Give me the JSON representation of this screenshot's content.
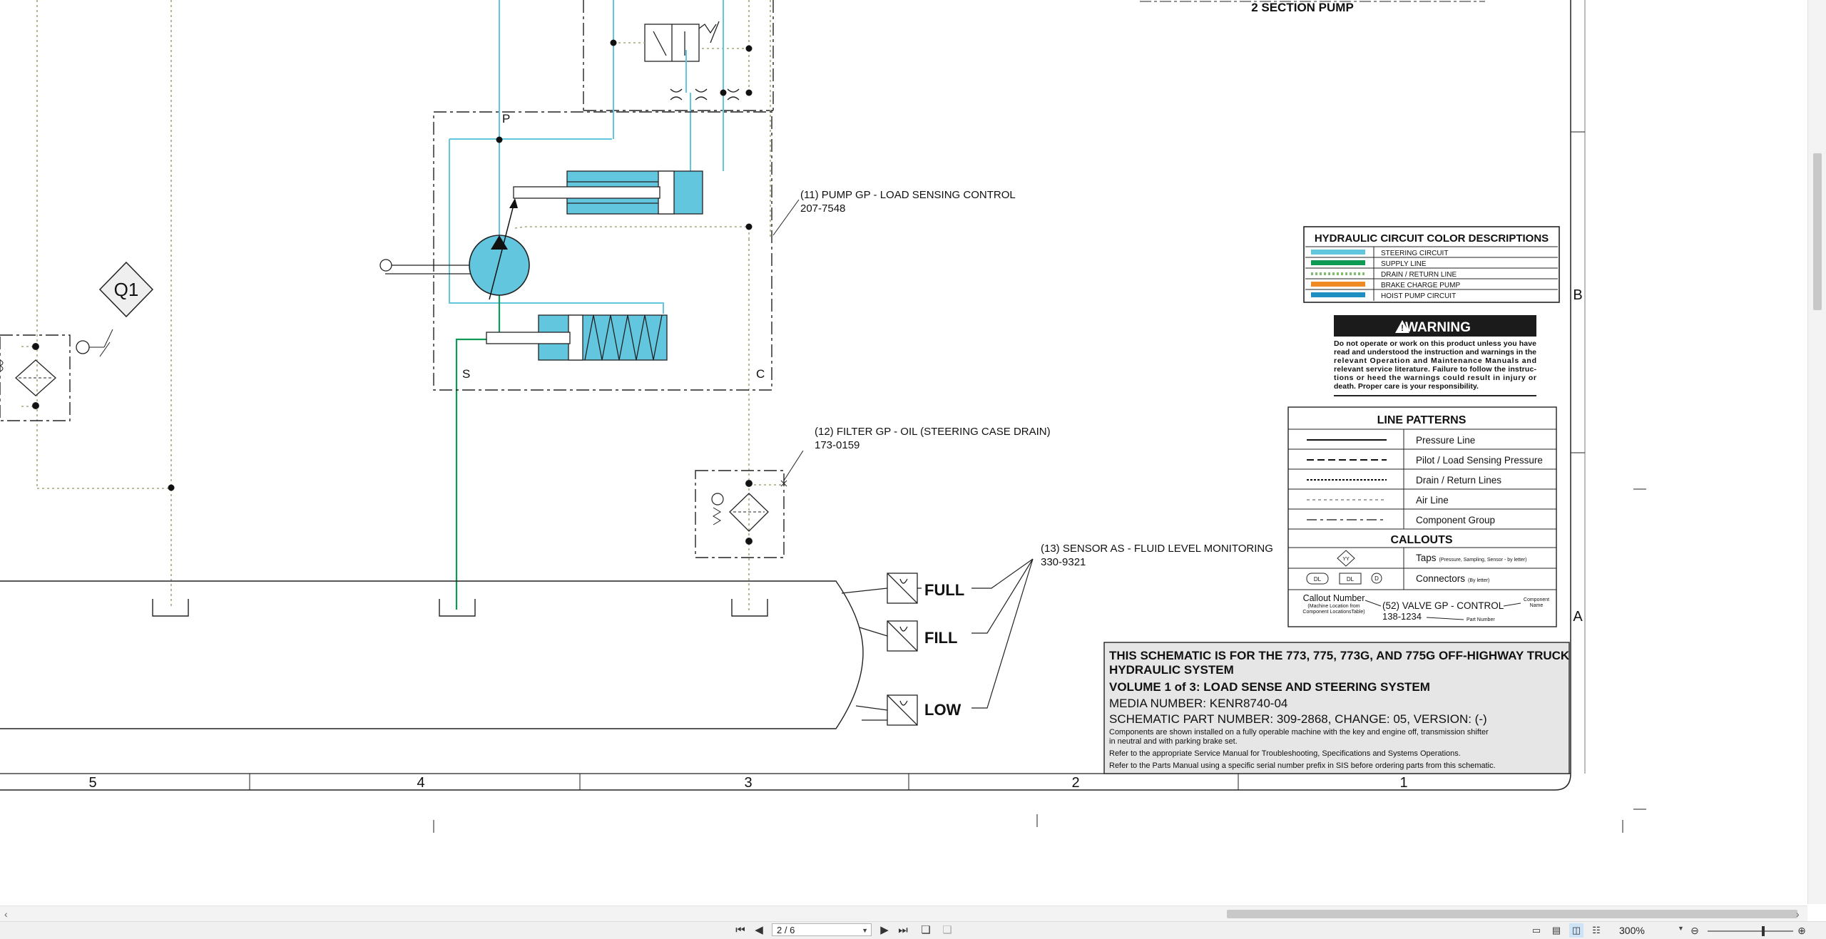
{
  "schematic": {
    "pump_title": "2 SECTION PUMP",
    "port_labels": {
      "p": "P",
      "s": "S",
      "c": "C"
    },
    "tap_label": "Q1",
    "callouts": [
      {
        "name": "(11) PUMP GP - LOAD SENSING CONTROL",
        "part": "207-7548"
      },
      {
        "name": "(12) FILTER GP - OIL (STEERING CASE DRAIN)",
        "part": "173-0159"
      },
      {
        "name": "(13) SENSOR AS - FLUID LEVEL MONITORING",
        "part": "330-9321"
      }
    ],
    "level_labels": [
      "FULL",
      "FILL",
      "LOW"
    ],
    "grid_columns": [
      "5",
      "4",
      "3",
      "2",
      "1"
    ],
    "grid_rows": [
      "B",
      "A"
    ]
  },
  "color_legend": {
    "title": "HYDRAULIC CIRCUIT COLOR DESCRIPTIONS",
    "items": [
      {
        "label": "STEERING CIRCUIT",
        "color": "#62c6df"
      },
      {
        "label": "SUPPLY LINE",
        "color": "#0e9a55"
      },
      {
        "label": "DRAIN / RETURN LINE",
        "color": "#7fbf6e"
      },
      {
        "label": "BRAKE CHARGE PUMP",
        "color": "#f08a24"
      },
      {
        "label": "HOIST PUMP CIRCUIT",
        "color": "#1f8fc2"
      }
    ]
  },
  "warning": {
    "title": "WARNING",
    "lines": [
      "Do not operate or work on this product unless you have",
      "read and understood the instruction and warnings in the",
      "relevant Operation and Maintenance Manuals and",
      "relevant service literature. Failure to follow the instruc-",
      "tions or heed the warnings could result in injury or",
      "death. Proper care is your responsibility."
    ]
  },
  "line_patterns": {
    "title": "LINE PATTERNS",
    "items": [
      "Pressure Line",
      "Pilot / Load Sensing Pressure",
      "Drain / Return Lines",
      "Air Line",
      "Component Group"
    ]
  },
  "callouts_legend": {
    "title": "CALLOUTS",
    "taps_label": "Taps",
    "taps_note": "(Pressure, Sampling, Sensor - by letter)",
    "taps_symbol": "YY",
    "connectors_label": "Connectors",
    "connectors_note": "(By letter)",
    "connector_symbols": [
      "DL",
      "DL",
      "D"
    ],
    "callout_number_label": "Callout Number",
    "callout_number_note1": "(Machine Location from",
    "callout_number_note2": "Component LocationsTable)",
    "example_callout": "(52) VALVE GP - CONTROL",
    "example_part": "138-1234",
    "component_name_label1": "Component",
    "component_name_label2": "Name",
    "part_number_label": "Part Number"
  },
  "title_block": {
    "line1": "THIS SCHEMATIC IS FOR THE 773, 775, 773G, AND 775G OFF-HIGHWAY TRUCK",
    "line2": "HYDRAULIC SYSTEM",
    "volume": "VOLUME 1 of 3: LOAD SENSE AND STEERING SYSTEM",
    "media": "MEDIA NUMBER: KENR8740-04",
    "part": "SCHEMATIC PART NUMBER: 309-2868, CHANGE: 05, VERSION: (-)",
    "notes": [
      "Components are shown installed on a fully operable machine with the key and engine off, transmission shifter",
      "in neutral and with parking brake set.",
      "Refer to the appropriate Service Manual for Troubleshooting, Specifications and Systems Operations.",
      "Refer to the Parts Manual using a specific serial number prefix in SIS before ordering parts from this schematic."
    ]
  },
  "statusbar": {
    "page_value": "2 / 6",
    "zoom_value": "300%"
  }
}
